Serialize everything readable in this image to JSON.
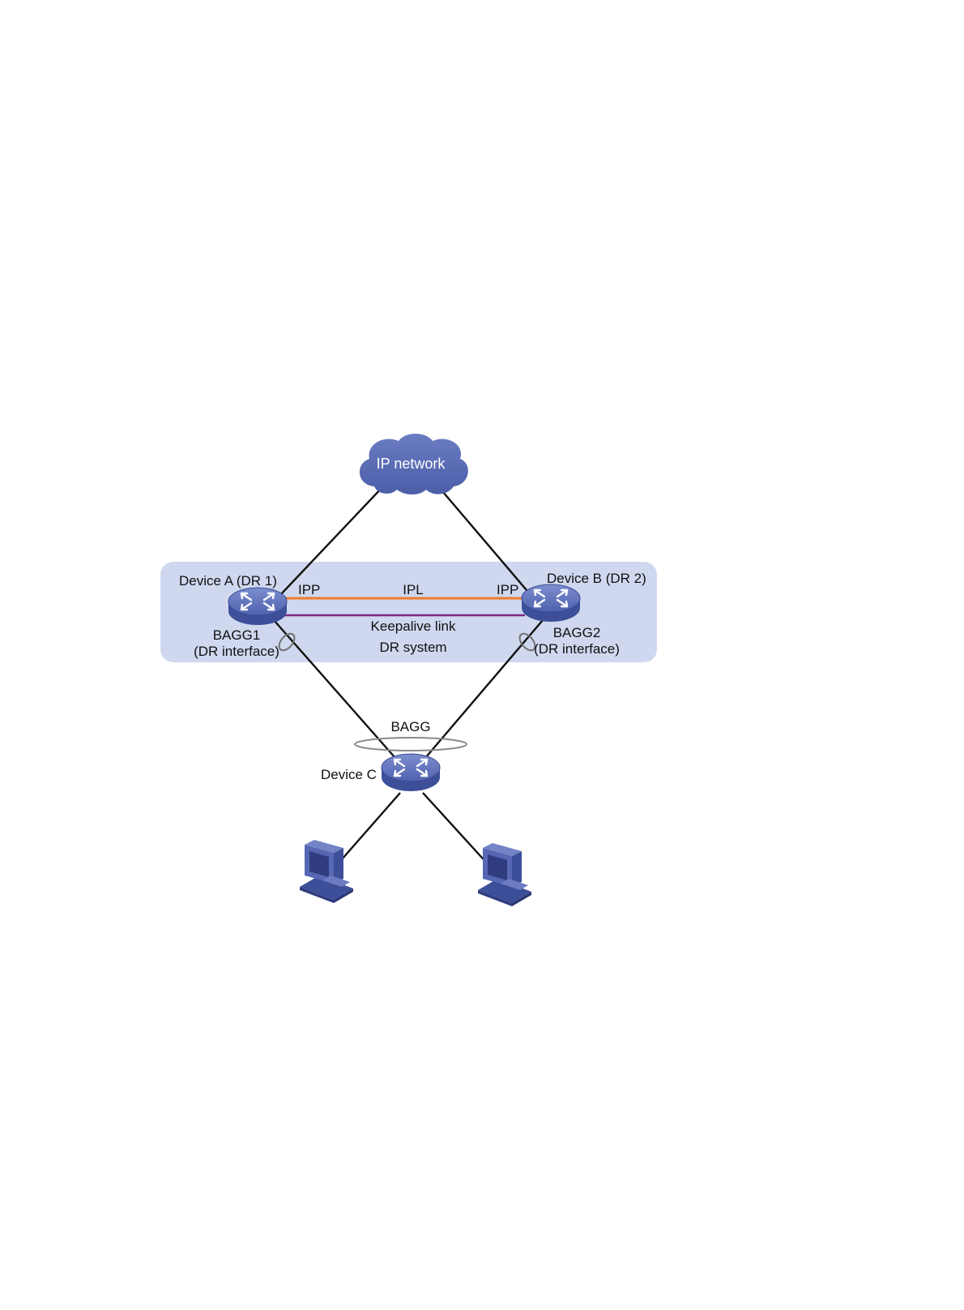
{
  "colors": {
    "background": "#ffffff",
    "dr_region": "#cfd8ef",
    "device": "#5668b3",
    "device_dark": "#3e4f99",
    "cloud": "#5a6cb5",
    "ipl_line": "#f07a2a",
    "keepalive_line": "#7a2a82",
    "link_line": "#111111",
    "bagg_ellipse": "#8a8a8a"
  },
  "cloud": {
    "label": "IP network",
    "icon": "cloud-icon"
  },
  "dr_system": {
    "label": "DR system"
  },
  "device_a": {
    "label": "Device A (DR 1)",
    "icon": "switch-icon",
    "port_label": "IPP",
    "bagg_label": "BAGG1",
    "bagg_sub": "(DR interface)"
  },
  "device_b": {
    "label": "Device B (DR 2)",
    "icon": "switch-icon",
    "port_label": "IPP",
    "bagg_label": "BAGG2",
    "bagg_sub": "(DR interface)"
  },
  "device_c": {
    "label": "Device C",
    "icon": "switch-icon"
  },
  "ipl": {
    "label": "IPL"
  },
  "keepalive": {
    "label": "Keepalive link"
  },
  "bagg": {
    "label": "BAGG"
  },
  "hosts": [
    {
      "icon": "pc-icon"
    },
    {
      "icon": "pc-icon"
    }
  ]
}
